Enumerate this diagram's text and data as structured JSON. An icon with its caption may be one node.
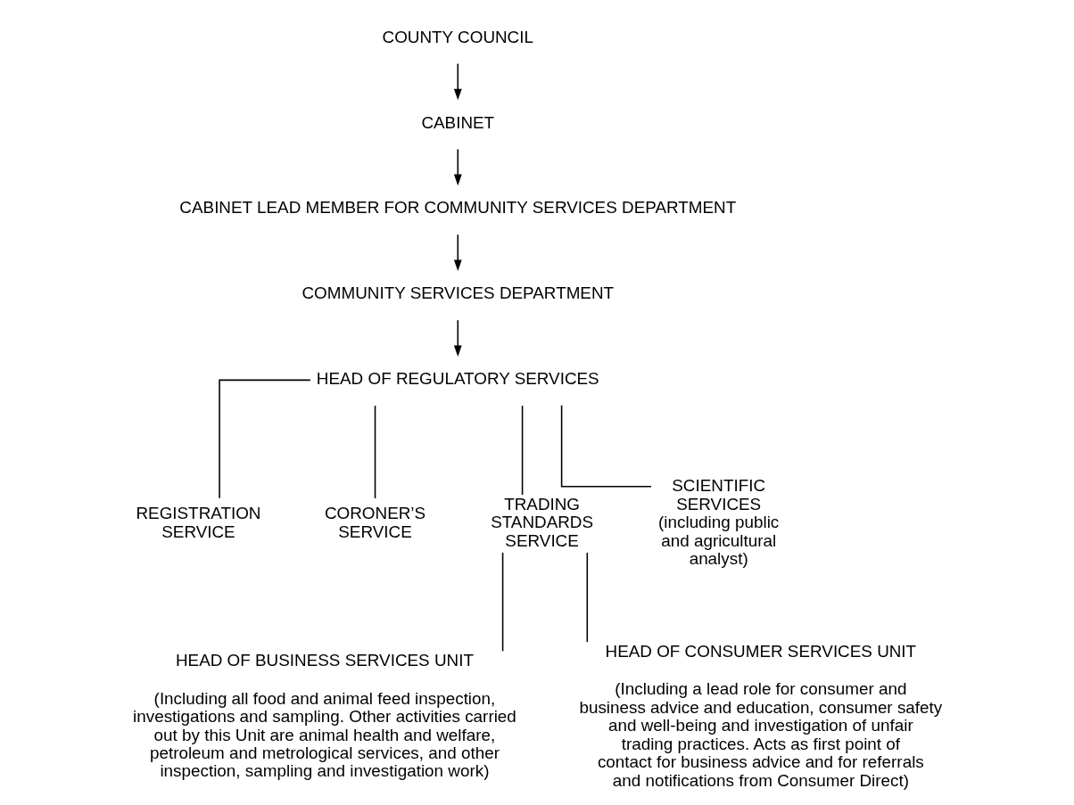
{
  "diagram": {
    "nodes": [
      {
        "text": [
          "COUNTY COUNCIL"
        ]
      },
      {
        "text": [
          "CABINET"
        ]
      },
      {
        "text": [
          "CABINET LEAD MEMBER FOR COMMUNITY SERVICES DEPARTMENT"
        ]
      },
      {
        "text": [
          "COMMUNITY SERVICES DEPARTMENT"
        ]
      },
      {
        "text": [
          "HEAD OF REGULATORY SERVICES"
        ]
      },
      {
        "text": [
          "REGISTRATION SERVICE"
        ]
      },
      {
        "text": [
          "CORONER’S SERVICE"
        ]
      },
      {
        "text": [
          "TRADING STANDARDS SERVICE"
        ]
      },
      {
        "text": [
          "SCIENTIFIC SERVICES",
          "(including public and agricultural analyst)"
        ]
      },
      {
        "text": [
          "HEAD OF BUSINESS SERVICES UNIT",
          "(Including all food and animal feed inspection, investigations and sampling. Other activities carried out by this Unit are animal health and welfare, petroleum and metrological services, and other inspection, sampling and investigation work)"
        ]
      },
      {
        "text": [
          "HEAD OF CONSUMER SERVICES UNIT",
          "(Including a lead role for consumer and business advice and education, consumer safety and well-being and investigation of unfair trading practices. Acts as first point of contact for business advice and for referrals and notifications from Consumer Direct)"
        ]
      }
    ],
    "edges": [
      {
        "from": 0,
        "to": 1,
        "arrow": "to"
      },
      {
        "from": 1,
        "to": 2,
        "arrow": "to"
      },
      {
        "from": 2,
        "to": 3,
        "arrow": "to"
      },
      {
        "from": 3,
        "to": 4,
        "arrow": "to"
      },
      {
        "from": 4,
        "to": 5,
        "arrow": "none"
      },
      {
        "from": 4,
        "to": 6,
        "arrow": "none"
      },
      {
        "from": 4,
        "to": 7,
        "arrow": "none"
      },
      {
        "from": 4,
        "to": 8,
        "arrow": "none"
      },
      {
        "from": 7,
        "to": 9,
        "arrow": "none"
      },
      {
        "from": 7,
        "to": 10,
        "arrow": "none"
      }
    ]
  }
}
